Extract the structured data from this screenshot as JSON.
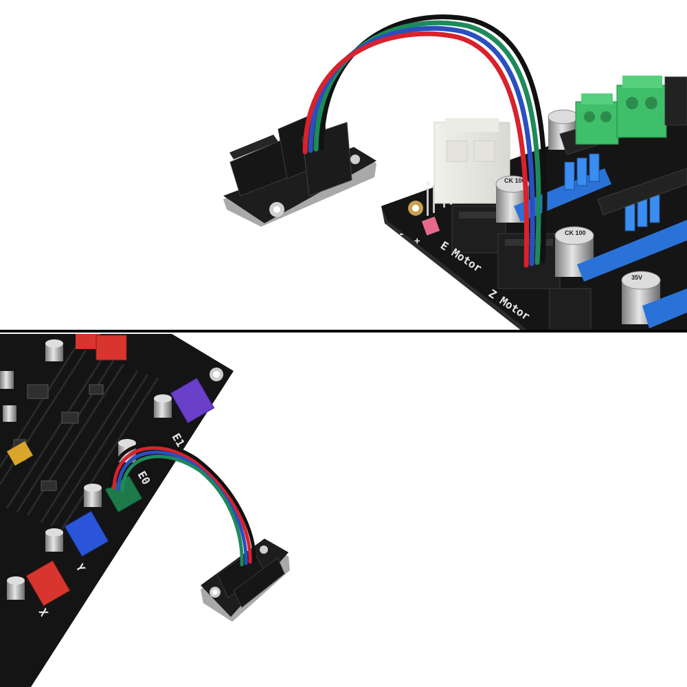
{
  "top_photo": {
    "labels": {
      "e_motor": "E Motor",
      "z_motor": "Z Motor",
      "x_mark": "X",
      "plus_mark": "+",
      "minus_mark": "-"
    },
    "capacitor_text": [
      "CK 100",
      "35V"
    ]
  },
  "bottom_photo": {
    "labels": {
      "e0": "E0",
      "e1": "E1",
      "y": "Y",
      "x": "X"
    }
  },
  "colors": {
    "background": "#ffffff",
    "divider": "#000000",
    "pcb": "#141414",
    "wire_red": "#d8222c",
    "wire_blue": "#2a4fc0",
    "wire_green": "#1e8a5a",
    "wire_black": "#111111",
    "terminal_green": "#3fbf6a",
    "header_blue": "#2a72d8",
    "connector_red": "#d9352f",
    "connector_purple": "#6a3fc9"
  }
}
